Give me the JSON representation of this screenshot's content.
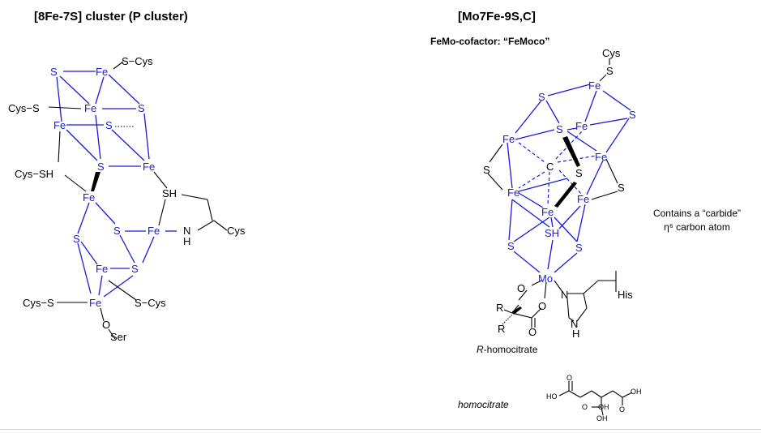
{
  "left_panel": {
    "title": "[8Fe-7S] cluster (P cluster)"
  },
  "right_panel": {
    "title": "[Mo7Fe-9S,C]",
    "subtitle": "FeMo-cofactor: “FeMoco”",
    "homocitrate_label_prefix": "R",
    "homocitrate_label_suffix": "-homocitrate",
    "carbide_note_line1": "Contains a “carbide”",
    "carbide_note_line2": "η⁶ carbon atom",
    "small_structure_label": "homocitrate"
  },
  "atoms": {
    "fe": "Fe",
    "s": "S",
    "sh": "SH",
    "c": "C",
    "mo": "Mo",
    "n": "N",
    "h": "H",
    "nh": "N",
    "o": "O",
    "oh": "OH",
    "ho": "HO",
    "r": "R",
    "his": "His",
    "cys": "Cys",
    "ser": "Ser",
    "s_cys": "S−Cys",
    "cys_s": "Cys−S",
    "cys_sh": "Cys−SH"
  }
}
